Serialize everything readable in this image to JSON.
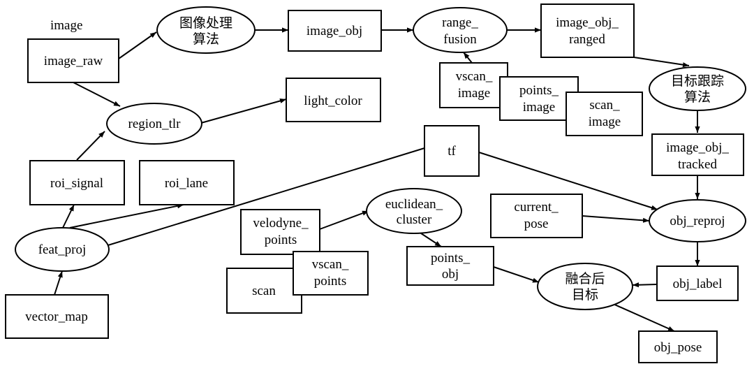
{
  "diagram": {
    "title_label": "image",
    "nodes": {
      "image_raw": "image_raw",
      "algo_image": [
        "图像处理",
        "算法"
      ],
      "image_obj": "image_obj",
      "range_fusion": [
        "range_",
        "fusion"
      ],
      "image_obj_ranged": [
        "image_obj_",
        "ranged"
      ],
      "region_tlr": "region_tlr",
      "light_color": "light_color",
      "vscan_image": [
        "vscan_",
        "image"
      ],
      "points_image": [
        "points_",
        "image"
      ],
      "scan_image": [
        "scan_",
        "image"
      ],
      "algo_tracking": [
        "目标跟踪",
        "算法"
      ],
      "roi_signal": "roi_signal",
      "roi_lane": "roi_lane",
      "tf": "tf",
      "image_obj_tracked": [
        "image_obj_",
        "tracked"
      ],
      "euclidean_cluster": [
        "euclidean_",
        "cluster"
      ],
      "current_pose": [
        "current_",
        "pose"
      ],
      "obj_reproj": "obj_reproj",
      "velodyne_points": [
        "velodyne_",
        "points"
      ],
      "feat_proj": "feat_proj",
      "points_obj": [
        "points_",
        "obj"
      ],
      "vscan_points": [
        "vscan_",
        "points"
      ],
      "scan": "scan",
      "fused_target": [
        "融合后",
        "目标"
      ],
      "obj_label": "obj_label",
      "vector_map": "vector_map",
      "obj_pose": "obj_pose"
    }
  }
}
